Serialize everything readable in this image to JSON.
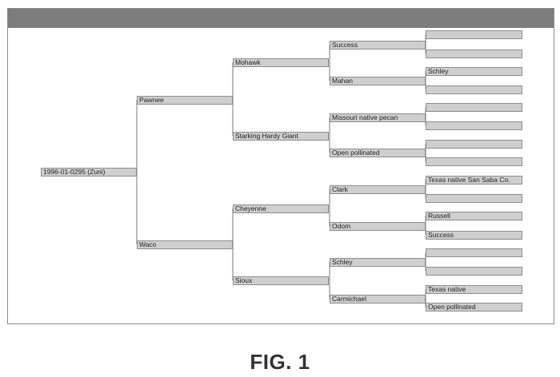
{
  "diagram": {
    "caption": "FIG. 1",
    "root": "1996-01-0295 (Zuni)",
    "parents": [
      "Pawnee",
      "Waco"
    ],
    "grandparents": [
      "Mohawk",
      "Starking Hardy Giant",
      "Cheyenne",
      "Sioux"
    ],
    "great_grandparents": [
      "Success",
      "Mahan",
      "Missouri native pecan",
      "Open pollinated",
      "Clark",
      "Odom",
      "Schley",
      "Carmichael"
    ],
    "great_great_grandparents": [
      "",
      "",
      "Schley",
      "",
      "",
      "",
      "",
      "",
      "Texas native San Saba Co.",
      "",
      "Russell",
      "Success",
      "",
      "",
      "Texas native",
      "Open pollinated"
    ]
  }
}
